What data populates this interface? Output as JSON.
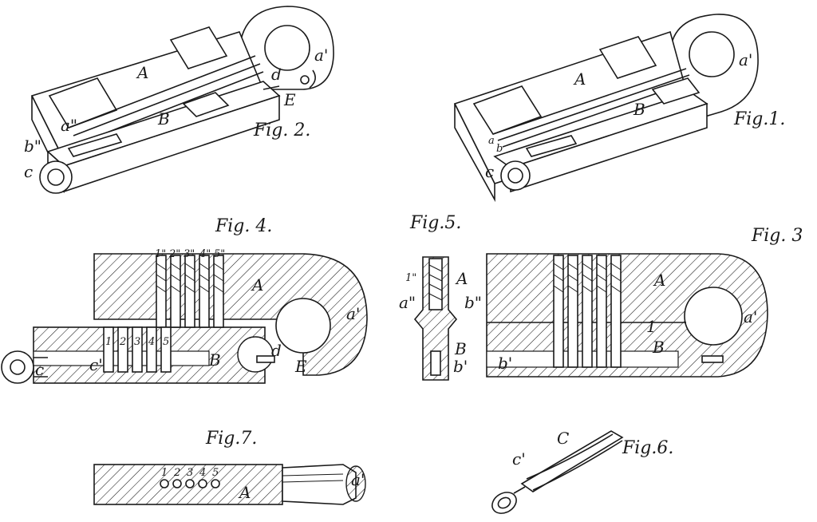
{
  "figures": {
    "fig1": {
      "caption": "Fig.1.",
      "labels": {
        "A": "A",
        "B": "B",
        "a_prime": "a'",
        "c": "c",
        "a_pp": "a",
        "b_pp": "b"
      }
    },
    "fig2": {
      "caption": "Fig. 2.",
      "labels": {
        "A": "A",
        "B": "B",
        "a_prime": "a'",
        "d": "d",
        "E": "E",
        "a_pp": "a\"",
        "b_pp": "b\"",
        "c": "c"
      }
    },
    "fig3": {
      "caption": "Fig. 3",
      "labels": {
        "A": "A",
        "B": "B",
        "a_prime": "a'",
        "b_prime": "b'",
        "one": "1"
      }
    },
    "fig4": {
      "caption": "Fig. 4.",
      "labels": {
        "A": "A",
        "B": "B",
        "a_prime": "a'",
        "c": "c",
        "c_prime": "c'",
        "d": "d",
        "E": "E"
      },
      "pin_numbers_top": [
        "1\"",
        "2\"",
        "3\"",
        "4\"",
        "5\""
      ],
      "pin_numbers_low": [
        "1",
        "2",
        "3",
        "4",
        "5"
      ]
    },
    "fig5": {
      "caption": "Fig.5.",
      "labels": {
        "one_pp": "1\"",
        "A": "A",
        "a_pp": "a\"",
        "b_pp": "b\"",
        "B": "B",
        "b_prime": "b'"
      }
    },
    "fig6": {
      "caption": "Fig.6.",
      "labels": {
        "C": "C",
        "c_prime": "c'"
      }
    },
    "fig7": {
      "caption": "Fig.7.",
      "labels": {
        "A": "A",
        "a_prime": "a'"
      },
      "hole_numbers": [
        "1",
        "2",
        "3",
        "4",
        "5"
      ]
    }
  },
  "colors": {
    "ink": "#1a1a1a",
    "paper": "#ffffff"
  }
}
